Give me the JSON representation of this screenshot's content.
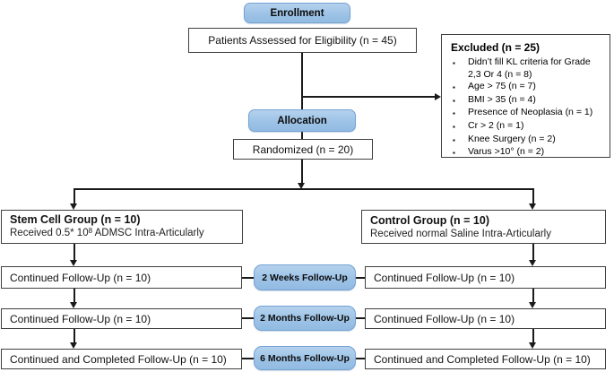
{
  "colors": {
    "pill_fill": "#9dc3e6",
    "pill_border": "#74a2d2",
    "box_border": "#404040",
    "line": "#1a1a1a"
  },
  "stages": {
    "enrollment": "Enrollment",
    "allocation": "Allocation"
  },
  "eligibility": {
    "label": "Patients Assessed for Eligibility (n = 45)"
  },
  "excluded": {
    "title": "Excluded (n = 25)",
    "bullet": "▪",
    "items": [
      "Didn’t fill KL criteria for Grade 2,3 Or 4 (n = 8)",
      "Age > 75 (n = 7)",
      "BMI > 35 (n = 4)",
      "Presence of Neoplasia (n = 1)",
      "Cr > 2 (n = 1)",
      "Knee Surgery (n = 2)",
      "Varus >10° (n = 2)"
    ]
  },
  "randomized": {
    "label": "Randomized (n = 20)"
  },
  "groups": {
    "stem_cell": {
      "title": "Stem Cell Group (n = 10)",
      "subtitle_prefix": "Received 0.5* 10",
      "subtitle_sup": "8",
      "subtitle_suffix": " ADMSC Intra-Articularly"
    },
    "control": {
      "title": "Control Group (n = 10)",
      "subtitle": "Received normal Saline Intra-Articularly"
    }
  },
  "followups": [
    {
      "left": "Continued Follow-Up (n = 10)",
      "center": "2 Weeks Follow-Up",
      "right": "Continued Follow-Up (n = 10)"
    },
    {
      "left": "Continued Follow-Up (n = 10)",
      "center": "2 Months Follow-Up",
      "right": "Continued Follow-Up (n = 10)"
    },
    {
      "left": "Continued and Completed Follow-Up (n = 10)",
      "center": "6 Months Follow-Up",
      "right": "Continued and Completed Follow-Up (n = 10)"
    }
  ]
}
